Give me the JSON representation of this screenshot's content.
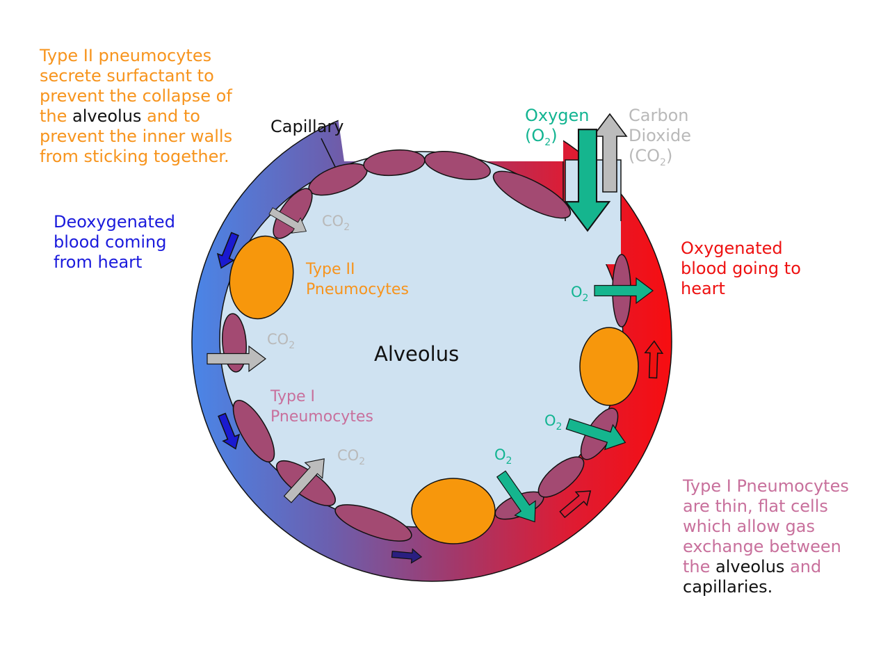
{
  "surfactant_note": {
    "line1": "Type II pneumocytes",
    "line2": "secrete surfactant to",
    "line3": "prevent the collapse of",
    "line4_pre": "the ",
    "line4_alveolus": "alveolus",
    "line4_post": " and to",
    "line5": "prevent the inner walls",
    "line6": "from sticking together."
  },
  "capillary_label": "Capillary",
  "deoxygenated_label": {
    "line1": "Deoxygenated",
    "line2": "blood coming",
    "line3": "from heart"
  },
  "oxygenated_label": {
    "line1": "Oxygenated",
    "line2": "blood going to",
    "line3": "heart"
  },
  "oxygen_label": {
    "line1": "Oxygen",
    "line2_open": "(O",
    "line2_sub": "2",
    "line2_close": ")"
  },
  "co2_label": {
    "line1": "Carbon",
    "line2": "Dioxide",
    "line3_open": "(CO",
    "line3_sub": "2",
    "line3_close": ")"
  },
  "alveolus_label": "Alveolus",
  "type2_label": {
    "line1": "Type II",
    "line2": "Pneumocytes"
  },
  "type1_label": {
    "line1": "Type I",
    "line2": "Pneumocytes"
  },
  "type1_note": {
    "line1": "Type I Pneumocytes",
    "line2": "are thin, flat cells",
    "line3": "which allow gas",
    "line4": "exchange between",
    "line5_pre": "the ",
    "line5_alveolus": "alveolus",
    "line5_post": " and",
    "line6": "capillaries."
  },
  "gas_tags": {
    "co2": {
      "base": "CO",
      "sub": "2"
    },
    "o2": {
      "base": "O",
      "sub": "2"
    }
  },
  "colors": {
    "orange_text": "#f7941d",
    "deoxygenated_blue": "#1a1adc",
    "oxygenated_red": "#ee1111",
    "oxygen_green": "#12b491",
    "co2_grey": "#b9b9b9",
    "type1_pink": "#c8709c",
    "alveolus_fill": "#cfe2f1",
    "type1_cell": "#a34a72",
    "type2_cell": "#f7970c"
  }
}
